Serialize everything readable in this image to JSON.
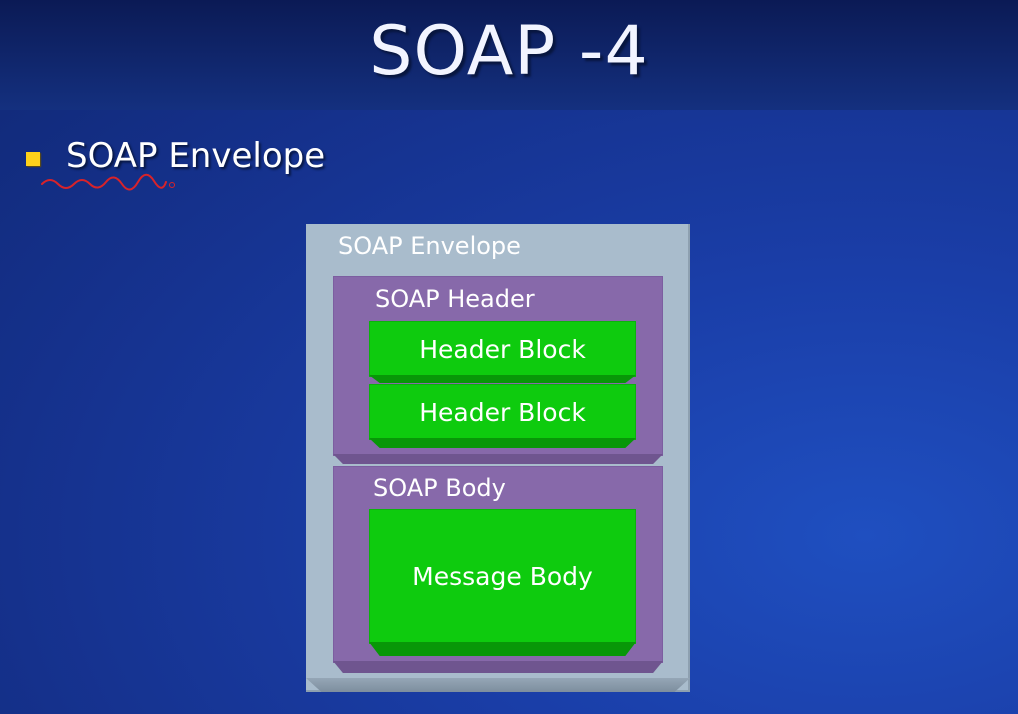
{
  "slide": {
    "title": "SOAP -4",
    "bullet": "SOAP Envelope"
  },
  "diagram": {
    "envelope_label": "SOAP Envelope",
    "header_label": "SOAP Header",
    "header_blocks": [
      "Header Block",
      "Header Block"
    ],
    "body_label": "SOAP Body",
    "message_body": "Message Body"
  },
  "colors": {
    "background": "#15318c",
    "bullet": "#ffd21a",
    "envelope": "#a9bccc",
    "section": "#8769aa",
    "block": "#0ecb0e",
    "annotation": "#d8232a"
  }
}
